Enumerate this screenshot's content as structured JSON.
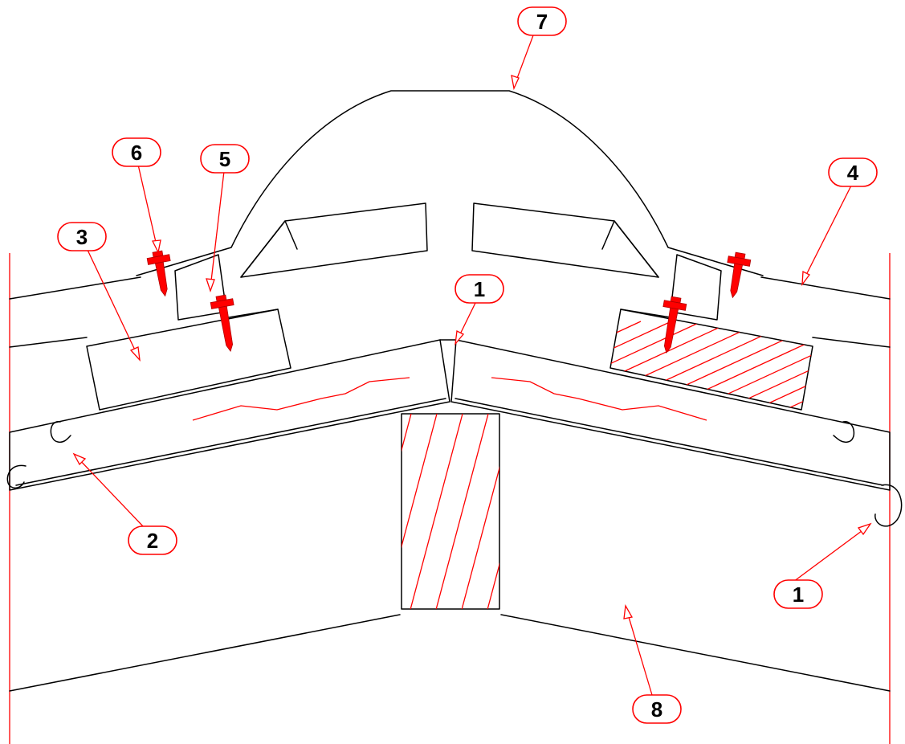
{
  "callouts": [
    {
      "id": "c7",
      "label": "7"
    },
    {
      "id": "c6",
      "label": "6"
    },
    {
      "id": "c5",
      "label": "5"
    },
    {
      "id": "c4",
      "label": "4"
    },
    {
      "id": "c3",
      "label": "3"
    },
    {
      "id": "c1a",
      "label": "1"
    },
    {
      "id": "c2",
      "label": "2"
    },
    {
      "id": "c1b",
      "label": "1"
    },
    {
      "id": "c8",
      "label": "8"
    }
  ],
  "colors": {
    "line": "#000000",
    "annotation": "#ff0000",
    "background": "#ffffff"
  }
}
